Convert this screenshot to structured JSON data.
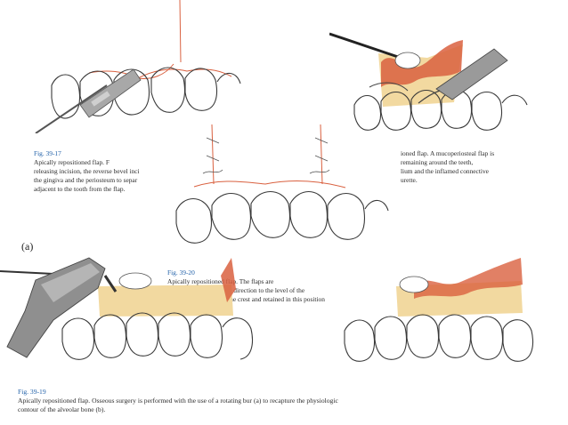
{
  "captions": {
    "fig_39_17": {
      "number": "Fig. 39-17",
      "text": "Apically repositioned flap. F\nreleasing incision, the reverse bevel inci\nthe gingiva and the periosteum to separ\nadjacent to the tooth from the flap."
    },
    "fig_39_18": {
      "text": "ioned flap. A mucoperiosteal flap is\nremaining around the teeth,\nlium and the inflamed connective\nurette."
    },
    "fig_39_20": {
      "number": "Fig. 39-20",
      "text": "Apically repositioned flap. The flaps are\nrepositioned in an apical direction to the level of the\nrecontoured alveolar bone crest and retained in this position\nby sutures."
    },
    "fig_39_19": {
      "number": "Fig. 39-19",
      "text": "Apically repositioned flap. Osseous surgery is performed with the use of a rotating bur (a) to recapture the physiologic\ncontour of the alveolar bone (b)."
    }
  },
  "panel_labels": {
    "a": "(a)"
  },
  "colors": {
    "flap": "#d9603f",
    "bone": "#f2d9a0",
    "instrument": "#9a9a9a",
    "caption_number": "#1f5fa8"
  }
}
